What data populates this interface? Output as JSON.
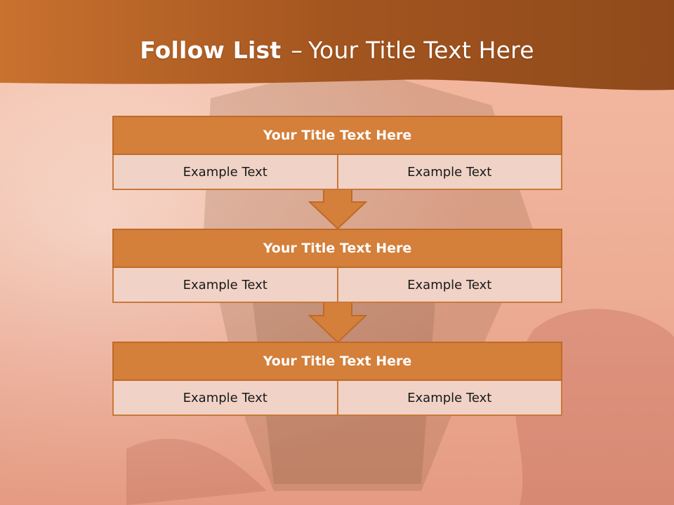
{
  "slide": {
    "title_bold": "Follow List",
    "title_sep": "–",
    "title_rest": "Your Title Text Here"
  },
  "steps": [
    {
      "title": "Your Title Text Here",
      "left": "Example Text",
      "right": "Example Text"
    },
    {
      "title": "Your Title Text Here",
      "left": "Example Text",
      "right": "Example Text"
    },
    {
      "title": "Your Title Text Here",
      "left": "Example Text",
      "right": "Example Text"
    }
  ],
  "colors": {
    "header_band": "#b9652a",
    "step_header": "#d47f3a",
    "step_cell": "#f0d2c6",
    "arrow": "#d47f3a"
  }
}
